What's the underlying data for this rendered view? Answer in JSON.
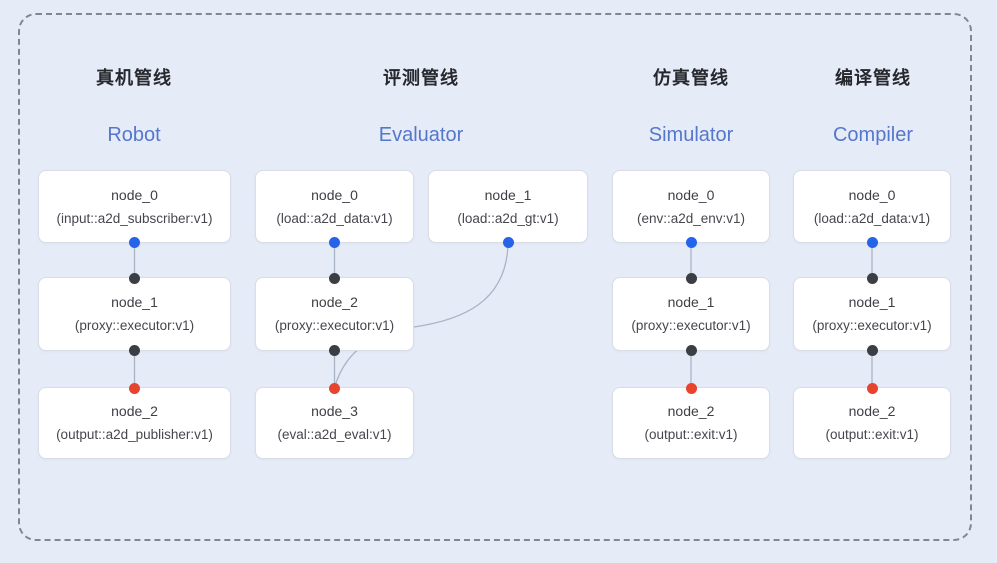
{
  "palette": {
    "background": "#e6ebf8",
    "frame_border": "#82878f",
    "node_bg": "#ffffff",
    "node_border": "#d9dde6",
    "node_text": "#3e4046",
    "title_zh_color": "#26282d",
    "title_en_color": "#5577cb",
    "edge_color": "#a9b4c4",
    "port_blue": "#2563eb",
    "port_dark": "#3b3e44",
    "port_red": "#e8432d"
  },
  "pipelines": [
    {
      "title_zh": "真机管线",
      "title_en": "Robot",
      "nodes": [
        {
          "label": "node_0",
          "type": "(input::a2d_subscriber:v1)",
          "ports": {
            "bottom": "blue"
          }
        },
        {
          "label": "node_1",
          "type": "(proxy::executor:v1)",
          "ports": {
            "top": "dark",
            "bottom": "dark"
          }
        },
        {
          "label": "node_2",
          "type": "(output::a2d_publisher:v1)",
          "ports": {
            "top": "red"
          }
        }
      ]
    },
    {
      "title_zh": "评测管线",
      "title_en": "Evaluator",
      "nodes": [
        {
          "label": "node_0",
          "type": "(load::a2d_data:v1)",
          "ports": {
            "bottom": "blue"
          }
        },
        {
          "label": "node_1",
          "type": "(load::a2d_gt:v1)",
          "ports": {
            "bottom": "blue"
          }
        },
        {
          "label": "node_2",
          "type": "(proxy::executor:v1)",
          "ports": {
            "top": "dark",
            "bottom": "dark"
          }
        },
        {
          "label": "node_3",
          "type": "(eval::a2d_eval:v1)",
          "ports": {
            "top": "red"
          }
        }
      ]
    },
    {
      "title_zh": "仿真管线",
      "title_en": "Simulator",
      "nodes": [
        {
          "label": "node_0",
          "type": "(env::a2d_env:v1)",
          "ports": {
            "bottom": "blue"
          }
        },
        {
          "label": "node_1",
          "type": "(proxy::executor:v1)",
          "ports": {
            "top": "dark",
            "bottom": "dark"
          }
        },
        {
          "label": "node_2",
          "type": "(output::exit:v1)",
          "ports": {
            "top": "red"
          }
        }
      ]
    },
    {
      "title_zh": "编译管线",
      "title_en": "Compiler",
      "nodes": [
        {
          "label": "node_0",
          "type": "(load::a2d_data:v1)",
          "ports": {
            "bottom": "blue"
          }
        },
        {
          "label": "node_1",
          "type": "(proxy::executor:v1)",
          "ports": {
            "top": "dark",
            "bottom": "dark"
          }
        },
        {
          "label": "node_2",
          "type": "(output::exit:v1)",
          "ports": {
            "top": "red"
          }
        }
      ]
    }
  ]
}
